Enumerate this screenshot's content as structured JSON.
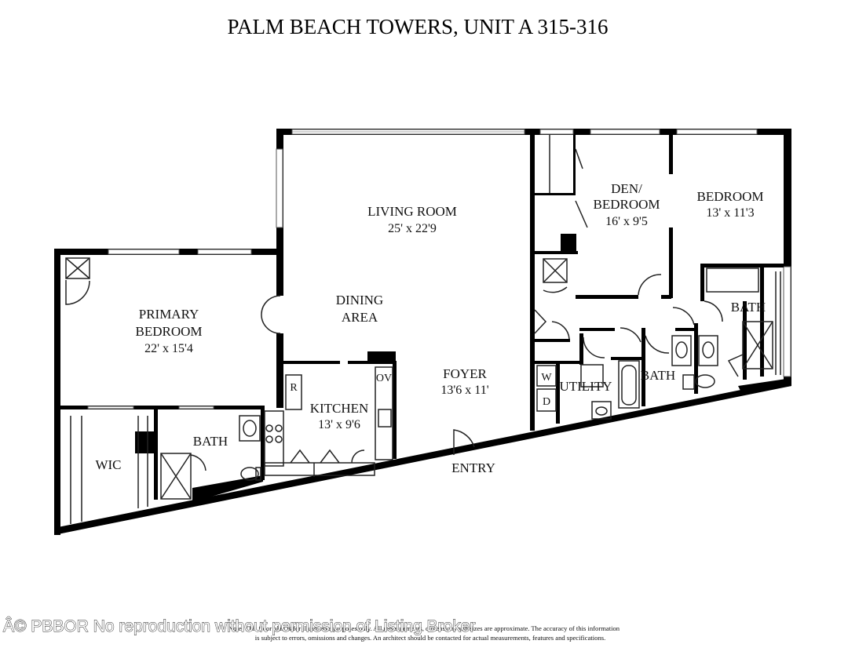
{
  "title": "PALM BEACH TOWERS, UNIT A 315-316",
  "rooms": {
    "living": {
      "name": "LIVING ROOM",
      "size": "25' x 22'9"
    },
    "dining": {
      "line1": "DINING",
      "line2": "AREA"
    },
    "primary": {
      "line1": "PRIMARY",
      "line2": "BEDROOM",
      "size": "22' x 15'4"
    },
    "kitchen": {
      "name": "KITCHEN",
      "size": "13' x 9'6"
    },
    "foyer": {
      "name": "FOYER",
      "size": "13'6 x 11'"
    },
    "den": {
      "line1": "DEN/",
      "line2": "BEDROOM",
      "size": "16' x 9'5"
    },
    "bedroom": {
      "name": "BEDROOM",
      "size": "13' x 11'3"
    },
    "bath_primary": "BATH",
    "bath_center": "BATH",
    "bath_right": "BATH",
    "wic": "WIC",
    "utility": "UTILITY",
    "entry": "ENTRY"
  },
  "appliances": {
    "refrigerator": "R",
    "oven": "OV",
    "washer": "W",
    "dryer": "D"
  },
  "disclaimer": {
    "line1": "Note: This floor plan is for illustrative purposes only. All measurements, dimensions and sizes are approximate. The accuracy of this information",
    "line2": "is subject to errors, omissions and changes. An architect should be contacted for actual measurements, features and specifications."
  },
  "watermark": "Â© PBBOR No reproduction without permission of Listing Broker"
}
